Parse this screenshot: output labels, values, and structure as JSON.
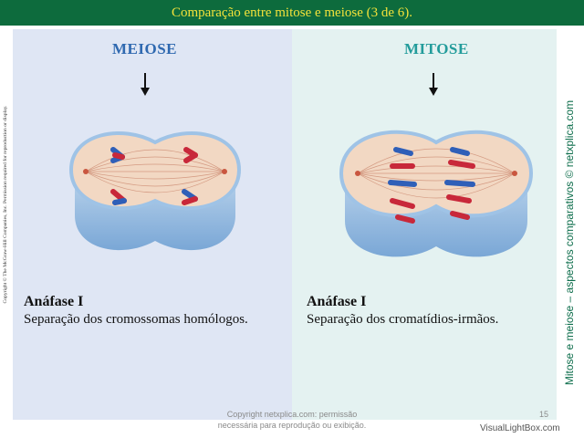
{
  "slide_title": "Comparação entre mitose e meiose (3 de 6).",
  "left": {
    "heading": "MEIOSE",
    "stage_title": "Anáfase I",
    "stage_desc": "Separação dos cromossomas homólogos."
  },
  "right": {
    "heading": "MITOSE",
    "stage_title": "Anáfase I",
    "stage_desc": "Separação dos cromatídios-irmãos."
  },
  "copyright_vertical": "Copyright © The McGraw-Hill Companies, Inc. Permission required for reproduction or display.",
  "side_text": "Mitose e meiose – aspectos comparativos © netxplica.com",
  "footer": {
    "line1": "Copyright netxplica.com: permissão",
    "line2": "necessária para reprodução ou exibição."
  },
  "page_number": "15",
  "watermark": "VisualLightBox.com",
  "colors": {
    "title_bar": "#0d6b3d",
    "title_text": "#f3e23a",
    "meiose_heading": "#2f69b0",
    "mitose_heading": "#239c9b",
    "left_panel": "#dfe6f4",
    "right_panel": "#e4f2f1",
    "chromosome_red": "#c8283a",
    "chromosome_blue": "#2f5fb8"
  }
}
